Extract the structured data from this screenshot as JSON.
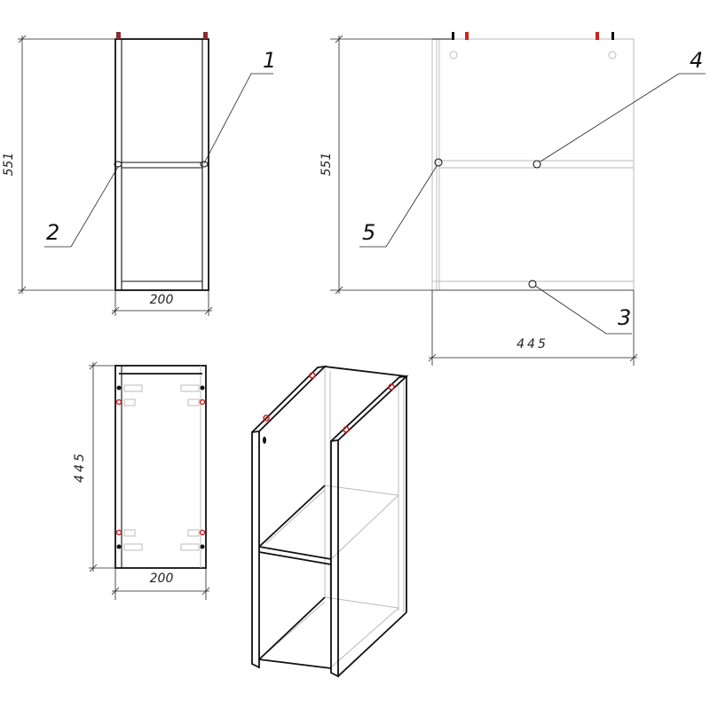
{
  "front_view": {
    "height_label": "551",
    "width_label": "200",
    "callouts": [
      "1",
      "2"
    ]
  },
  "side_view": {
    "height_label": "551",
    "depth_label": "445",
    "callouts": [
      "3",
      "4",
      "5"
    ]
  },
  "top_view": {
    "depth_label": "445",
    "width_label": "200"
  },
  "colors": {
    "line": "#111111",
    "hidden": "#bbbbbb",
    "fastener_red": "#cc2222"
  }
}
